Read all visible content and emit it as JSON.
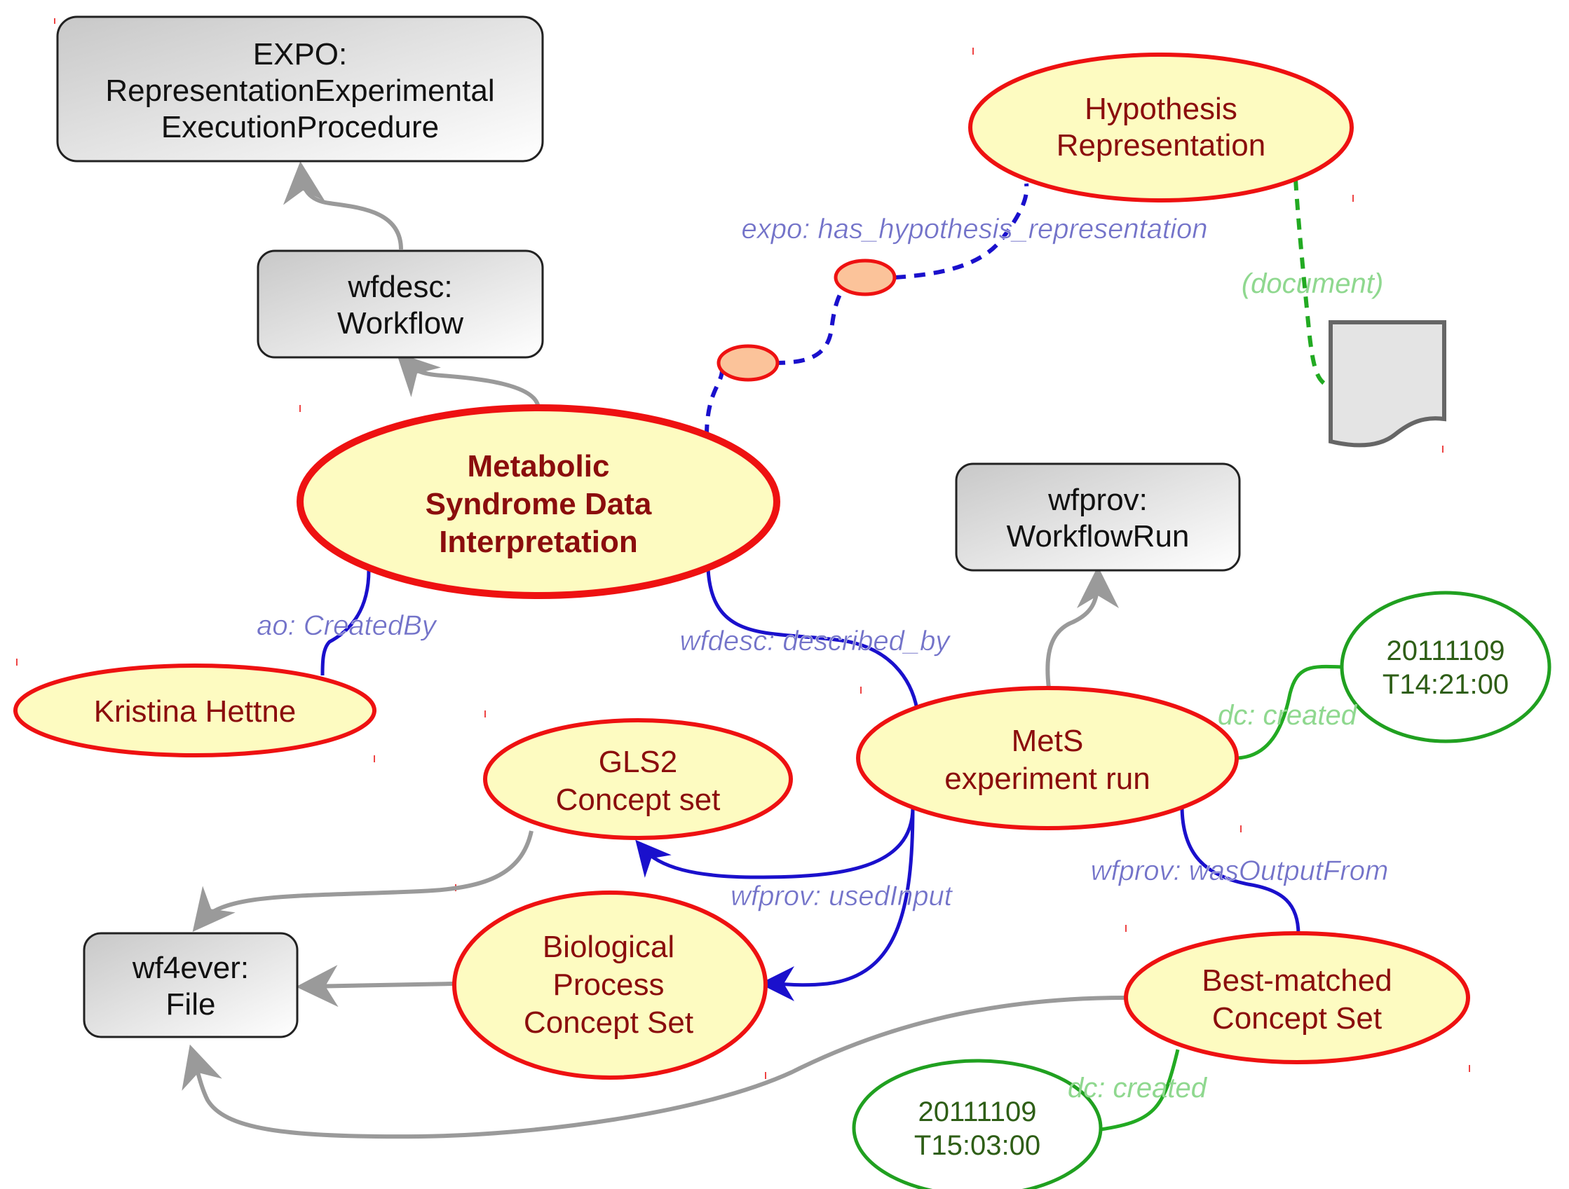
{
  "nodes": {
    "expo_box": {
      "lines": [
        "EXPO:",
        "RepresentationExperimental",
        "ExecutionProcedure"
      ]
    },
    "wfdesc_box": {
      "lines": [
        "wfdesc:",
        "Workflow"
      ]
    },
    "hypothesis": {
      "lines": [
        "Hypothesis",
        "Representation"
      ]
    },
    "metabolic": {
      "lines": [
        "Metabolic",
        "Syndrome Data",
        "Interpretation"
      ]
    },
    "wfprov_box": {
      "lines": [
        "wfprov:",
        "WorkflowRun"
      ]
    },
    "kristina": {
      "lines": [
        "Kristina Hettne"
      ]
    },
    "date1": {
      "lines": [
        "20111109",
        "T14:21:00"
      ]
    },
    "mets": {
      "lines": [
        "MetS",
        "experiment run"
      ]
    },
    "gls2": {
      "lines": [
        "GLS2",
        "Concept set"
      ]
    },
    "wf4ever_box": {
      "lines": [
        "wf4ever:",
        "File"
      ]
    },
    "bioproc": {
      "lines": [
        "Biological",
        "Process",
        "Concept Set"
      ]
    },
    "bestmatched": {
      "lines": [
        "Best-matched",
        "Concept Set"
      ]
    },
    "date2": {
      "lines": [
        "20111109",
        "T15:03:00"
      ]
    }
  },
  "edge_labels": {
    "has_hypothesis": "expo: has_hypothesis_representation",
    "document": "(document)",
    "created_by": "ao: CreatedBy",
    "described_by": "wfdesc: described_by",
    "dc_created_1": "dc: created",
    "used_input": "wfprov: usedInput",
    "was_output_from": "wfprov: wasOutputFrom",
    "dc_created_2": "dc: created"
  },
  "colors": {
    "node_fill": "#fdfbc1",
    "node_stroke": "#ee1111",
    "node_text": "#8b0d0d",
    "blue_edge": "#1a10cc",
    "gray_edge": "#9a9a9a",
    "green_edge": "#22aa22",
    "blank_node_fill": "#fbc39a"
  }
}
